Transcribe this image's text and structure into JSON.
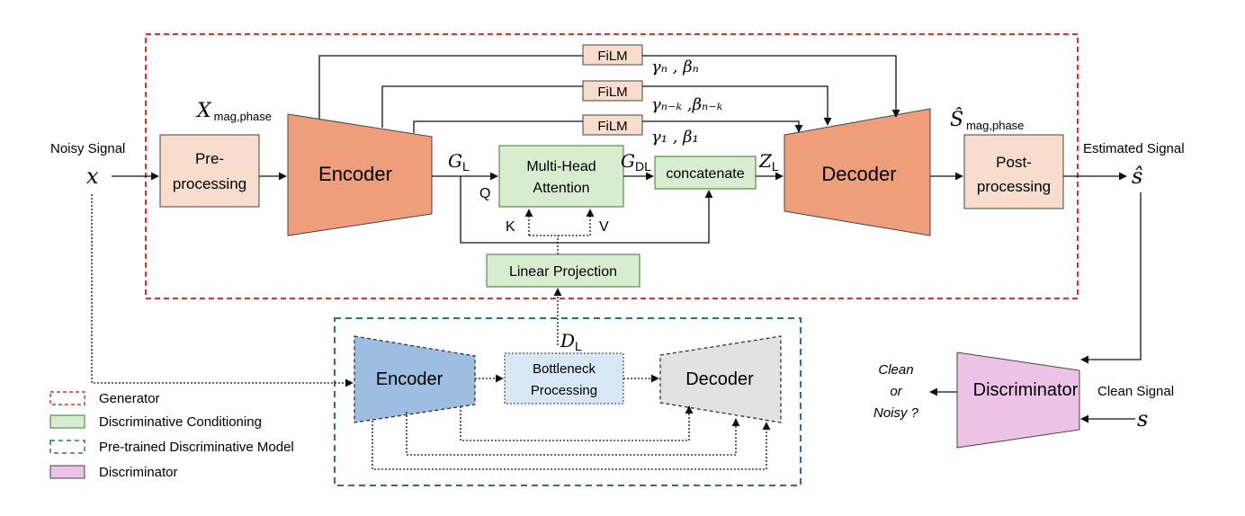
{
  "inputs": {
    "noisy_label": "Noisy Signal",
    "noisy_symbol": "x",
    "x_mag_main": "X",
    "x_mag_sub": "mag,phase"
  },
  "generator": {
    "preprocessing_line1": "Pre-",
    "preprocessing_line2": "processing",
    "encoder": "Encoder",
    "decoder": "Decoder",
    "postprocessing_line1": "Post-",
    "postprocessing_line2": "processing",
    "film_1": "FiLM",
    "film_2": "FiLM",
    "film_3": "FiLM",
    "film_params_1": "γₙ , βₙ",
    "film_params_2": "γₙ₋ₖ ,βₙ₋ₖ",
    "film_params_3": "γ₁ , β₁",
    "gl_main": "G",
    "gl_sub": "L",
    "gdl_main": "G",
    "gdl_sub": "DL",
    "zl_main": "Z",
    "zl_sub": "L",
    "mha_line1": "Multi-Head",
    "mha_line2": "Attention",
    "concatenate": "concatenate",
    "q": "Q",
    "k": "K",
    "v": "V",
    "linear_projection": "Linear Projection",
    "s_hat_mag_main": "Ŝ",
    "s_hat_mag_sub": "mag,phase"
  },
  "outputs": {
    "estimated_label": "Estimated Signal",
    "estimated_symbol": "ŝ"
  },
  "pretrained": {
    "encoder": "Encoder",
    "bottleneck_line1": "Bottleneck",
    "bottleneck_line2": "Processing",
    "decoder": "Decoder",
    "dl_main": "D",
    "dl_sub": "L"
  },
  "discriminator": {
    "label": "Discriminator",
    "clean_signal_label": "Clean Signal",
    "clean_symbol": "s",
    "decision_line1": "Clean",
    "decision_line2": "or",
    "decision_line3": "Noisy ?"
  },
  "legend": {
    "items": [
      {
        "label": "Generator"
      },
      {
        "label": "Discriminative Conditioning"
      },
      {
        "label": "Pre-trained Discriminative Model"
      },
      {
        "label": "Discriminator"
      }
    ]
  },
  "colors": {
    "generator_border": "#e0302a",
    "pretrained_border": "#2a6f8f",
    "encoder_orange": "#ee9e7a",
    "prepost_fill": "#f8dccc",
    "film_fill": "#f8dccc",
    "green_fill": "#d8ecd0",
    "green_border": "#3a7a2e",
    "pre_encoder_fill": "#9dbde3",
    "bottleneck_fill": "#d7e7f5",
    "pre_decoder_fill": "#e2e2e2",
    "discriminator_fill": "#ecc2e6"
  }
}
